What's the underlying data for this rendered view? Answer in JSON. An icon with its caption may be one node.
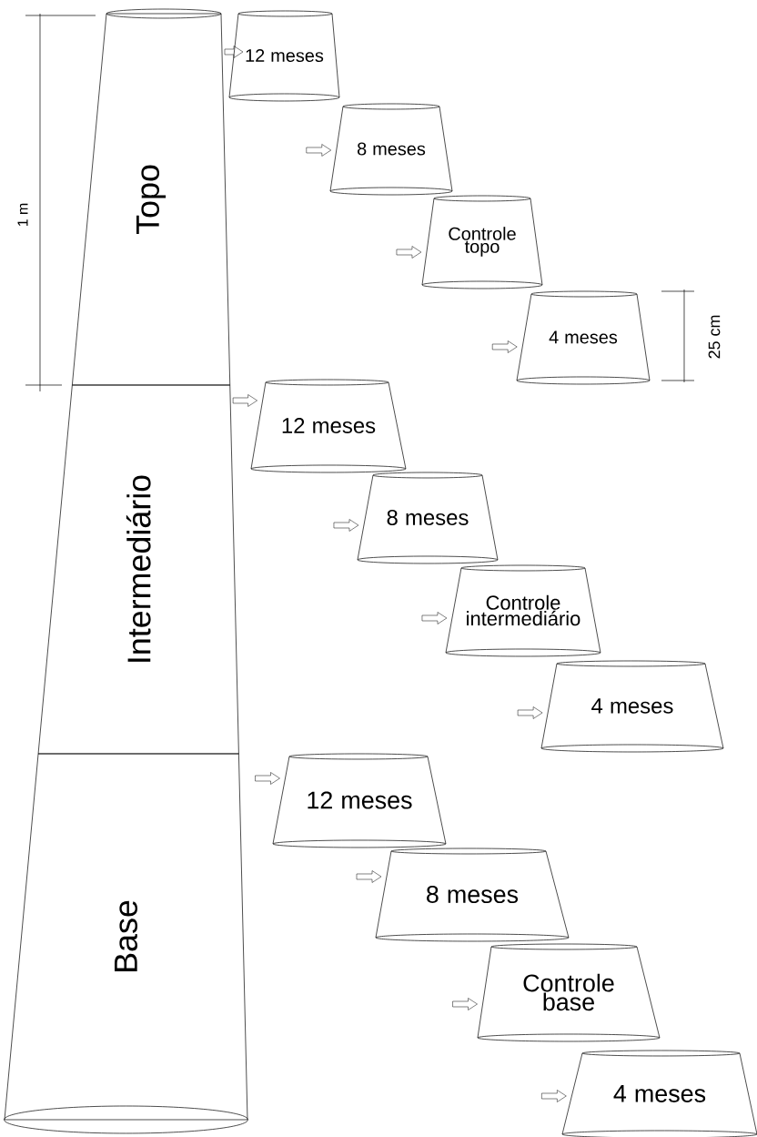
{
  "diagram": {
    "nodes": [
      {
        "text": [
          "Topo"
        ]
      },
      {
        "text": [
          "Intermediário"
        ]
      },
      {
        "text": [
          "Base"
        ]
      },
      {
        "text": [
          "12 meses"
        ]
      },
      {
        "text": [
          "8 meses"
        ]
      },
      {
        "text": [
          "Controle topo"
        ]
      },
      {
        "text": [
          "4 meses"
        ]
      },
      {
        "text": [
          "12 meses"
        ]
      },
      {
        "text": [
          "8 meses"
        ]
      },
      {
        "text": [
          "Controle intermediário"
        ]
      },
      {
        "text": [
          "4 meses"
        ]
      },
      {
        "text": [
          "12 meses"
        ]
      },
      {
        "text": [
          "8 meses"
        ]
      },
      {
        "text": [
          "Controle base"
        ]
      },
      {
        "text": [
          "4 meses"
        ]
      }
    ],
    "edges": [
      {
        "from": 0,
        "to": 3,
        "arrow": "to"
      },
      {
        "from": null,
        "to": 4,
        "arrow": "to"
      },
      {
        "from": null,
        "to": 5,
        "arrow": "to"
      },
      {
        "from": null,
        "to": 6,
        "arrow": "to"
      },
      {
        "from": 1,
        "to": 7,
        "arrow": "to"
      },
      {
        "from": null,
        "to": 8,
        "arrow": "to"
      },
      {
        "from": null,
        "to": 9,
        "arrow": "to"
      },
      {
        "from": null,
        "to": 10,
        "arrow": "to"
      },
      {
        "from": 2,
        "to": 11,
        "arrow": "to"
      },
      {
        "from": null,
        "to": 12,
        "arrow": "to"
      },
      {
        "from": null,
        "to": 13,
        "arrow": "to"
      },
      {
        "from": null,
        "to": 14,
        "arrow": "to"
      }
    ],
    "labels": [
      "1 m",
      "25 cm"
    ]
  }
}
